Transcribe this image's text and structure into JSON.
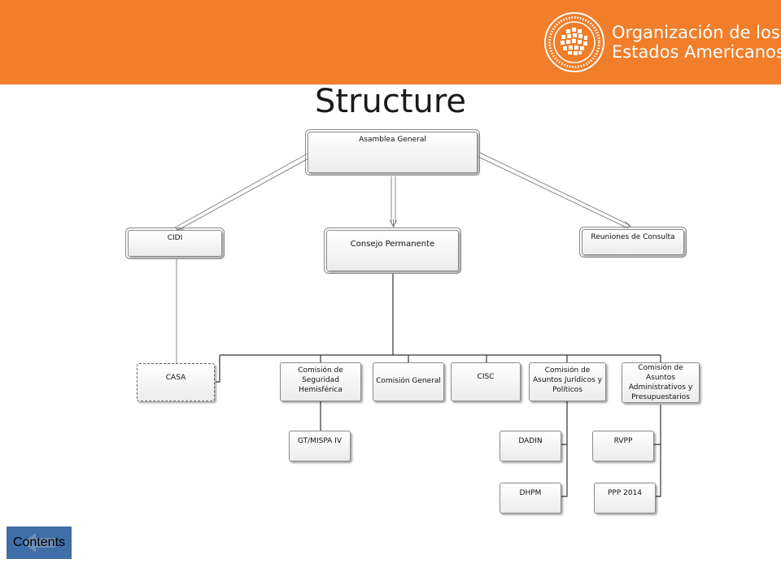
{
  "header": {
    "org_line1": "Organización de los",
    "org_line2": "Estados Americanos",
    "brand_color": "#f07e2a"
  },
  "title": "Structure",
  "org_chart": {
    "root": "Asamblea General",
    "cidi": "CIDI",
    "consejo": "Consejo Permanente",
    "reuniones": "Reuniones de Consulta",
    "casa": "CASA",
    "seguridad": [
      "Comisión de",
      "Seguridad",
      "Hemisférica"
    ],
    "general": "Comisión General",
    "cisc": "CISC",
    "juridicos": [
      "Comisión de",
      "Asuntos Jurídicos y",
      "Políticos"
    ],
    "administrativos": [
      "Comisión de",
      "Asuntos",
      "Administrativos y",
      "Presupuestarios"
    ],
    "gtmispa": "GT/MISPA IV",
    "dadin": "DADIN",
    "dhpm": "DHPM",
    "rvpp": "RVPP",
    "ppp": "PPP 2014"
  },
  "footer": {
    "contents_label": "Contents",
    "button_color": "#3f6ea8"
  }
}
